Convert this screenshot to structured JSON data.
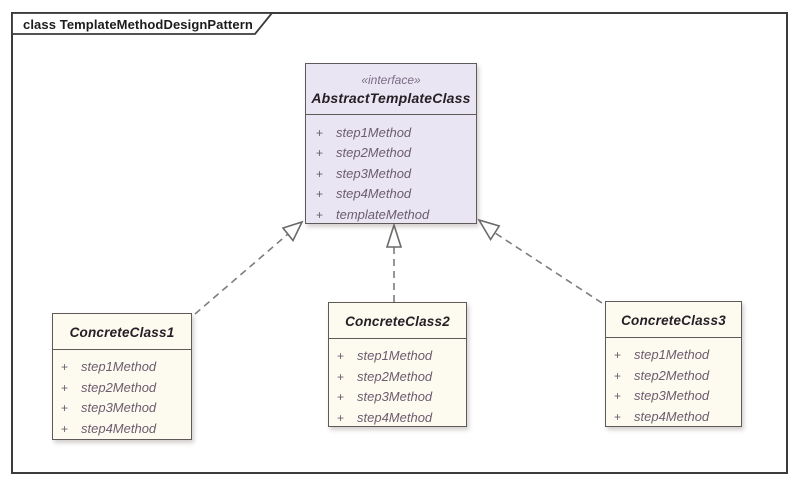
{
  "frame": {
    "title": "class TemplateMethodDesignPattern"
  },
  "diagram": {
    "interface_class": {
      "stereotype": "«interface»",
      "name": "AbstractTemplateClass",
      "methods": [
        {
          "visibility": "+",
          "name": "step1Method"
        },
        {
          "visibility": "+",
          "name": "step2Method"
        },
        {
          "visibility": "+",
          "name": "step3Method"
        },
        {
          "visibility": "+",
          "name": "step4Method"
        },
        {
          "visibility": "+",
          "name": "templateMethod"
        }
      ]
    },
    "concrete_classes": [
      {
        "name": "ConcreteClass1",
        "methods": [
          {
            "visibility": "+",
            "name": "step1Method"
          },
          {
            "visibility": "+",
            "name": "step2Method"
          },
          {
            "visibility": "+",
            "name": "step3Method"
          },
          {
            "visibility": "+",
            "name": "step4Method"
          }
        ]
      },
      {
        "name": "ConcreteClass2",
        "methods": [
          {
            "visibility": "+",
            "name": "step1Method"
          },
          {
            "visibility": "+",
            "name": "step2Method"
          },
          {
            "visibility": "+",
            "name": "step3Method"
          },
          {
            "visibility": "+",
            "name": "step4Method"
          }
        ]
      },
      {
        "name": "ConcreteClass3",
        "methods": [
          {
            "visibility": "+",
            "name": "step1Method"
          },
          {
            "visibility": "+",
            "name": "step2Method"
          },
          {
            "visibility": "+",
            "name": "step3Method"
          },
          {
            "visibility": "+",
            "name": "step4Method"
          }
        ]
      }
    ],
    "relationships": [
      {
        "from": "ConcreteClass1",
        "to": "AbstractTemplateClass",
        "type": "realization",
        "line": "dashed",
        "arrowhead": "hollow-triangle"
      },
      {
        "from": "ConcreteClass2",
        "to": "AbstractTemplateClass",
        "type": "realization",
        "line": "dashed",
        "arrowhead": "hollow-triangle"
      },
      {
        "from": "ConcreteClass3",
        "to": "AbstractTemplateClass",
        "type": "realization",
        "line": "dashed",
        "arrowhead": "hollow-triangle"
      }
    ]
  },
  "colors": {
    "interface_fill": "#eae5f3",
    "concrete_fill": "#fdfaf0",
    "box_border": "#5f5a58",
    "frame_border": "#3b3b3b",
    "method_text": "#6b5d6e",
    "stereotype_text": "#7a6b84",
    "class_name_text": "#262026",
    "connector": "#7d7d7d"
  }
}
